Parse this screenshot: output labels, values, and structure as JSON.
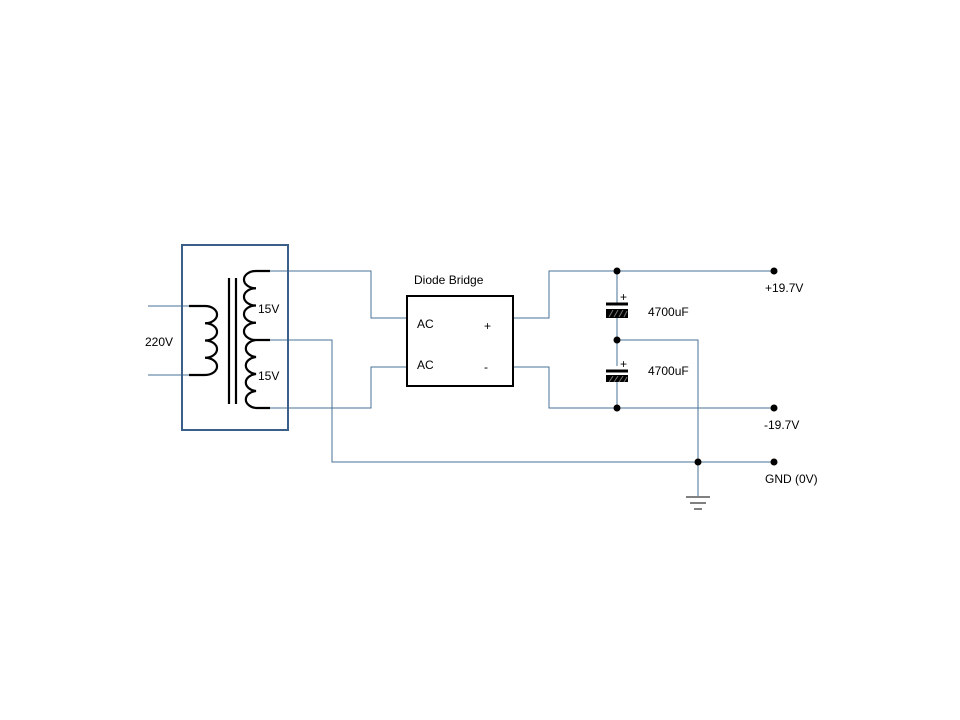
{
  "colors": {
    "wire": "#4a7298",
    "transformer_frame": "#3c5f8a",
    "component": "#000000",
    "background": "#ffffff"
  },
  "labels": {
    "primary_voltage": "220V",
    "secondary_upper": "15V",
    "secondary_lower": "15V",
    "bridge_title": "Diode Bridge",
    "bridge_ac1": "AC",
    "bridge_ac2": "AC",
    "bridge_plus": "+",
    "bridge_minus": "-",
    "cap_upper_value": "4700uF",
    "cap_lower_value": "4700uF",
    "cap_upper_polarity": "+",
    "cap_lower_polarity": "+",
    "out_positive": "+19.7V",
    "out_negative": "-19.7V",
    "out_ground": "GND (0V)"
  }
}
